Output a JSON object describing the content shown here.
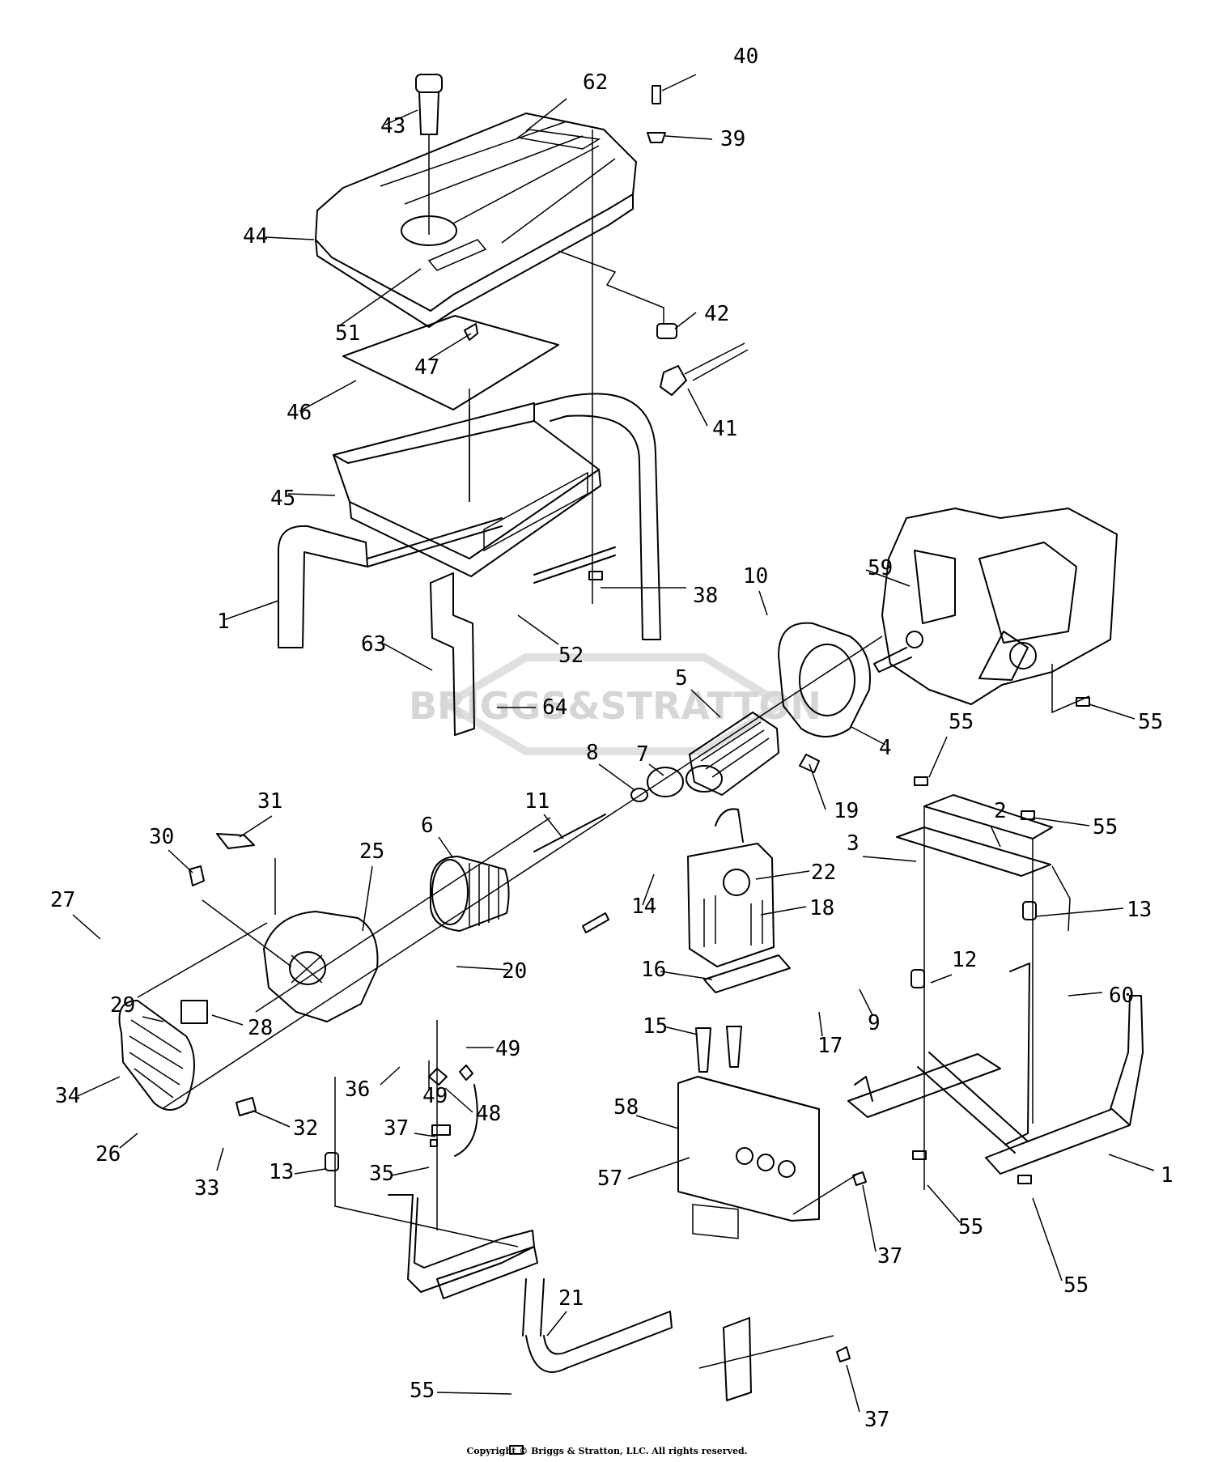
{
  "watermark": "BRIGGS&STRATTON",
  "copyright": "Copyright © Briggs & Stratton, LLC. All rights reserved.",
  "callouts": [
    {
      "id": "40",
      "label": "40"
    },
    {
      "id": "62",
      "label": "62"
    },
    {
      "id": "43",
      "label": "43"
    },
    {
      "id": "39",
      "label": "39"
    },
    {
      "id": "44",
      "label": "44"
    },
    {
      "id": "42",
      "label": "42"
    },
    {
      "id": "51",
      "label": "51"
    },
    {
      "id": "47",
      "label": "47"
    },
    {
      "id": "46",
      "label": "46"
    },
    {
      "id": "41",
      "label": "41"
    },
    {
      "id": "45",
      "label": "45"
    },
    {
      "id": "59",
      "label": "59"
    },
    {
      "id": "1a",
      "label": "1"
    },
    {
      "id": "38",
      "label": "38"
    },
    {
      "id": "10",
      "label": "10"
    },
    {
      "id": "52",
      "label": "52"
    },
    {
      "id": "63",
      "label": "63"
    },
    {
      "id": "64",
      "label": "64"
    },
    {
      "id": "5",
      "label": "5"
    },
    {
      "id": "55a",
      "label": "55"
    },
    {
      "id": "8",
      "label": "8"
    },
    {
      "id": "7",
      "label": "7"
    },
    {
      "id": "55b",
      "label": "55"
    },
    {
      "id": "4",
      "label": "4"
    },
    {
      "id": "31",
      "label": "31"
    },
    {
      "id": "11",
      "label": "11"
    },
    {
      "id": "19",
      "label": "19"
    },
    {
      "id": "2",
      "label": "2"
    },
    {
      "id": "6",
      "label": "6"
    },
    {
      "id": "55c",
      "label": "55"
    },
    {
      "id": "30",
      "label": "30"
    },
    {
      "id": "25",
      "label": "25"
    },
    {
      "id": "3",
      "label": "3"
    },
    {
      "id": "22",
      "label": "22"
    },
    {
      "id": "27",
      "label": "27"
    },
    {
      "id": "14",
      "label": "14"
    },
    {
      "id": "18",
      "label": "18"
    },
    {
      "id": "13a",
      "label": "13"
    },
    {
      "id": "20",
      "label": "20"
    },
    {
      "id": "16",
      "label": "16"
    },
    {
      "id": "12",
      "label": "12"
    },
    {
      "id": "60",
      "label": "60"
    },
    {
      "id": "29",
      "label": "29"
    },
    {
      "id": "28",
      "label": "28"
    },
    {
      "id": "15",
      "label": "15"
    },
    {
      "id": "17",
      "label": "17"
    },
    {
      "id": "9",
      "label": "9"
    },
    {
      "id": "49a",
      "label": "49"
    },
    {
      "id": "36",
      "label": "36"
    },
    {
      "id": "34",
      "label": "34"
    },
    {
      "id": "49b",
      "label": "49"
    },
    {
      "id": "48",
      "label": "48"
    },
    {
      "id": "58",
      "label": "58"
    },
    {
      "id": "1b",
      "label": "1"
    },
    {
      "id": "37a",
      "label": "37"
    },
    {
      "id": "32",
      "label": "32"
    },
    {
      "id": "26",
      "label": "26"
    },
    {
      "id": "13b",
      "label": "13"
    },
    {
      "id": "35",
      "label": "35"
    },
    {
      "id": "57",
      "label": "57"
    },
    {
      "id": "33",
      "label": "33"
    },
    {
      "id": "55d",
      "label": "55"
    },
    {
      "id": "37b",
      "label": "37"
    },
    {
      "id": "55e",
      "label": "55"
    },
    {
      "id": "21",
      "label": "21"
    },
    {
      "id": "55f",
      "label": "55"
    },
    {
      "id": "37c",
      "label": "37"
    }
  ]
}
